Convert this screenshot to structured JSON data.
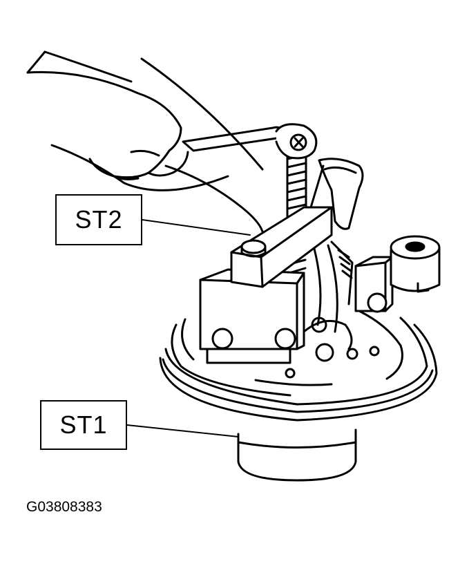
{
  "callouts": {
    "st2": "ST2",
    "st1": "ST1"
  },
  "figure_code": "G03808383",
  "colors": {
    "line": "#000000",
    "background": "#ffffff"
  }
}
